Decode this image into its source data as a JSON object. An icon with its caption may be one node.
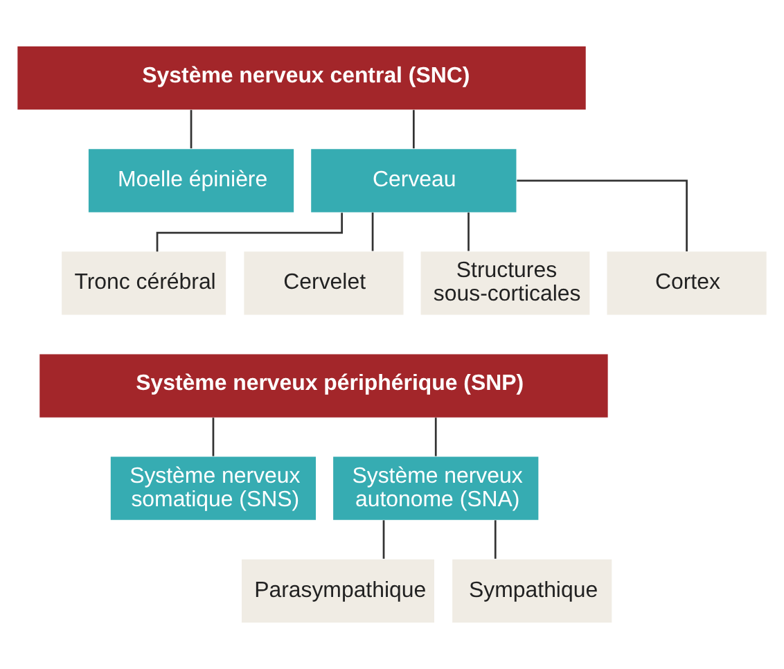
{
  "diagram": {
    "nodes": [
      {
        "text": [
          "Système nerveux central (SNC)"
        ]
      },
      {
        "text": [
          "Moelle épinière"
        ]
      },
      {
        "text": [
          "Cerveau"
        ]
      },
      {
        "text": [
          "Tronc cérébral"
        ]
      },
      {
        "text": [
          "Cervelet"
        ]
      },
      {
        "text": [
          "Structures sous-corticales"
        ]
      },
      {
        "text": [
          "Cortex"
        ]
      },
      {
        "text": [
          "Système nerveux périphérique (SNP)"
        ]
      },
      {
        "text": [
          "Système nerveux somatique (SNS)"
        ]
      },
      {
        "text": [
          "Système nerveux autonome (SNA)"
        ]
      },
      {
        "text": [
          "Parasympathique"
        ]
      },
      {
        "text": [
          "Sympathique"
        ]
      }
    ],
    "edges": [
      {
        "from": 0,
        "to": 1,
        "arrow": "none"
      },
      {
        "from": 0,
        "to": 2,
        "arrow": "none"
      },
      {
        "from": 2,
        "to": 3,
        "arrow": "none"
      },
      {
        "from": 2,
        "to": 4,
        "arrow": "none"
      },
      {
        "from": 2,
        "to": 5,
        "arrow": "none"
      },
      {
        "from": 2,
        "to": 6,
        "arrow": "none"
      },
      {
        "from": 7,
        "to": 8,
        "arrow": "none"
      },
      {
        "from": 7,
        "to": 9,
        "arrow": "none"
      },
      {
        "from": 9,
        "to": 10,
        "arrow": "none"
      },
      {
        "from": 9,
        "to": 11,
        "arrow": "none"
      }
    ]
  }
}
